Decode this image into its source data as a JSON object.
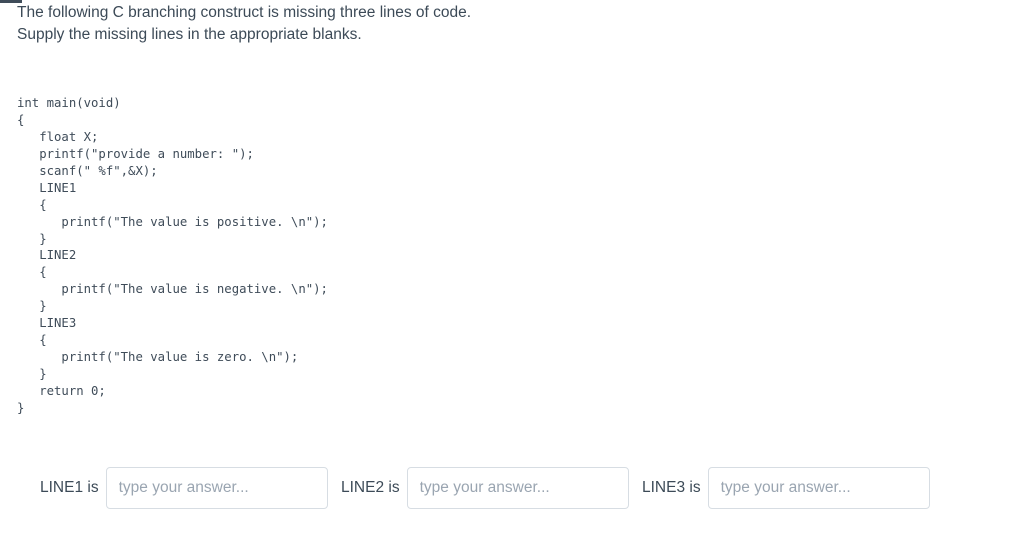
{
  "prompt": {
    "line1": "The following C branching construct is missing three lines of code.",
    "line2": "Supply the missing lines in the appropriate blanks."
  },
  "code": {
    "language": "c",
    "lines": [
      "int main(void)",
      "{",
      "   float X;",
      "   printf(\"provide a number: \");",
      "   scanf(\" %f\",&X);",
      "   LINE1",
      "   {",
      "      printf(\"The value is positive. \\n\");",
      "   }",
      "   LINE2",
      "   {",
      "      printf(\"The value is negative. \\n\");",
      "   }",
      "   LINE3",
      "   {",
      "      printf(\"The value is zero. \\n\");",
      "   }",
      "   return 0;",
      "}"
    ]
  },
  "answers": [
    {
      "label": "LINE1 is",
      "value": "",
      "placeholder": "type your answer..."
    },
    {
      "label": "LINE2 is",
      "value": "",
      "placeholder": "type your answer..."
    },
    {
      "label": "LINE3 is",
      "value": "",
      "placeholder": "type your answer..."
    }
  ],
  "colors": {
    "text": "#3c4a57",
    "code_text": "#3f4c59",
    "placeholder": "#9aa5b1",
    "input_border": "#d7dde3",
    "accent_bar": "#3f4c59",
    "background": "#ffffff"
  }
}
